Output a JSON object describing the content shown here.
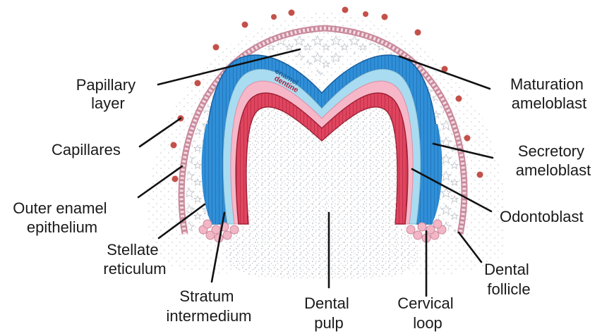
{
  "diagram": {
    "layer_labels": {
      "enamel": "enamel",
      "dentine": "dentine"
    },
    "labels": {
      "papillary_layer": [
        "Papillary",
        "layer"
      ],
      "capillares": [
        "Capillares"
      ],
      "outer_enamel_epithelium": [
        "Outer enamel",
        "epithelium"
      ],
      "stellate_reticulum": [
        "Stellate",
        "reticulum"
      ],
      "stratum_intermedium": [
        "Stratum",
        "intermedium"
      ],
      "dental_pulp": [
        "Dental",
        "pulp"
      ],
      "cervical_loop": [
        "Cervical",
        "loop"
      ],
      "dental_follicle": [
        "Dental",
        "follicle"
      ],
      "odontoblast": [
        "Odontoblast"
      ],
      "secretory_ameloblast": [
        "Secretory",
        "ameloblast"
      ],
      "maturation_ameloblast": [
        "Maturation",
        "ameloblast"
      ]
    },
    "colors": {
      "enamel_ameloblast": "#2f8fd8",
      "enamel_light": "#a9dcf0",
      "dentine_pink": "#f6b8c8",
      "odontoblast_red": "#e0445f",
      "outer_epithelium": "#c98a9c",
      "capillary_dot": "#c4504a",
      "pulp_dots": "#b9bcc4"
    }
  }
}
